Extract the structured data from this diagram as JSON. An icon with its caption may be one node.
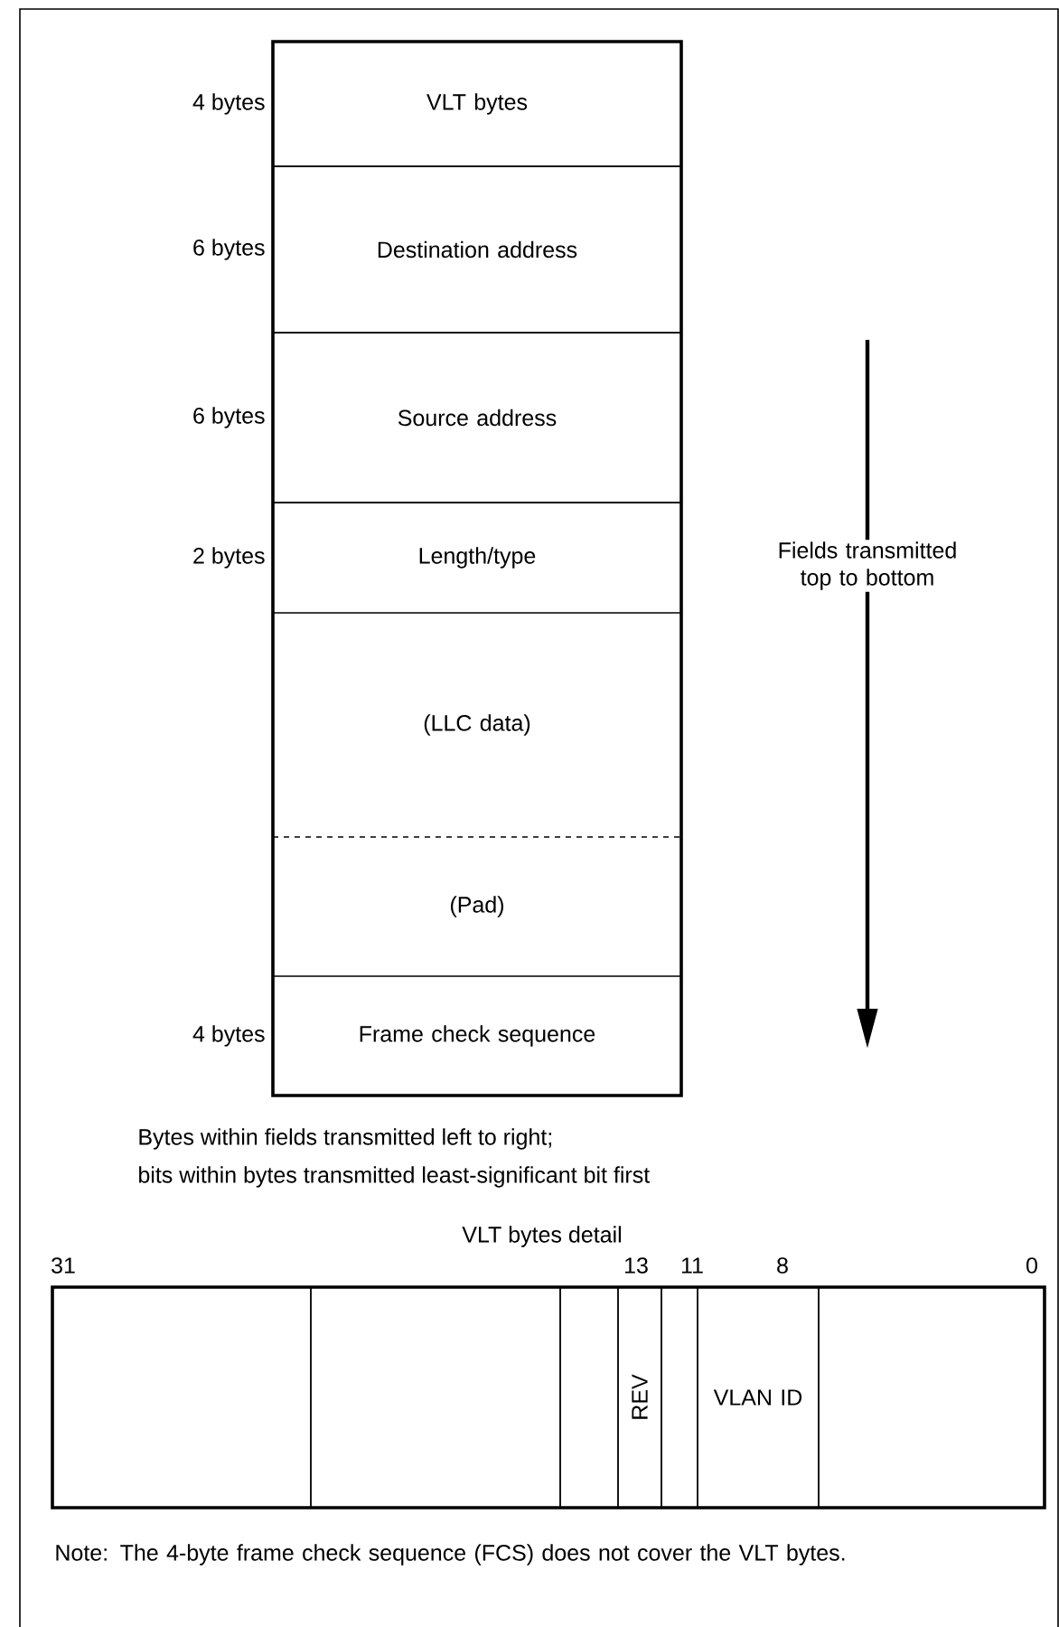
{
  "diagram": {
    "nodes": [
      {
        "text": [
          "VLT bytes"
        ],
        "beside": [
          "4 bytes"
        ]
      },
      {
        "text": [
          "Destination address"
        ],
        "beside": [
          "6 bytes"
        ]
      },
      {
        "text": [
          "Source address"
        ],
        "beside": [
          "6 bytes"
        ]
      },
      {
        "text": [
          "Length/type"
        ],
        "beside": [
          "2 bytes"
        ]
      },
      {
        "text": [
          "(LLC data)"
        ]
      },
      {
        "text": [
          "(Pad)"
        ]
      },
      {
        "text": [
          "Frame check sequence"
        ],
        "beside": [
          "4 bytes"
        ]
      },
      {
        "text": [],
        "shape": "box"
      },
      {
        "text": [],
        "shape": "box"
      },
      {
        "text": [],
        "shape": "box"
      },
      {
        "text": [
          "REV"
        ]
      },
      {
        "text": [],
        "shape": "box"
      },
      {
        "text": [
          "VLAN ID"
        ]
      },
      {
        "text": [],
        "shape": "box"
      }
    ],
    "labels": [
      "Fields transmitted top to bottom",
      "Bytes within fields transmitted left to right;",
      "bits within bytes transmitted least-significant bit first",
      "VLT bytes detail",
      "31",
      "13",
      "11",
      "8",
      "0",
      "Note:  The 4-byte frame check sequence (FCS) does not cover the VLT bytes."
    ]
  }
}
